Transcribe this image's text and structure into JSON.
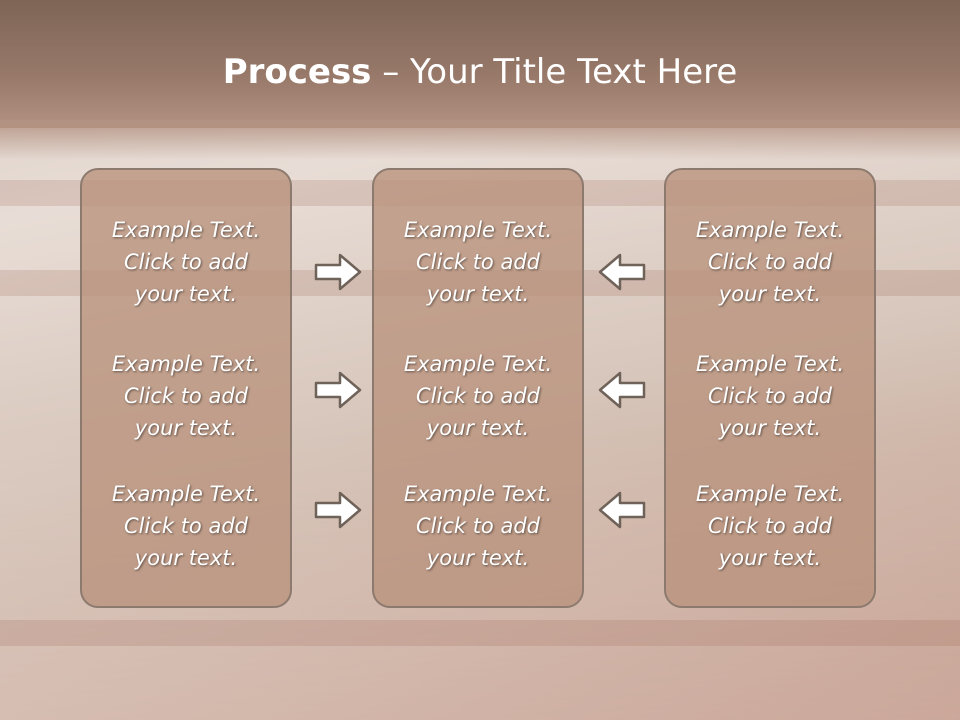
{
  "title": {
    "bold": "Process",
    "rest": " – Your Title Text Here"
  },
  "columns": [
    {
      "items": [
        {
          "l1": "Example Text.",
          "l2": "Click  to add",
          "l3": "your text."
        },
        {
          "l1": "Example Text.",
          "l2": "Click  to add",
          "l3": "your text."
        },
        {
          "l1": "Example Text.",
          "l2": "Click  to add",
          "l3": "your text."
        }
      ]
    },
    {
      "items": [
        {
          "l1": "Example Text.",
          "l2": "Click  to add",
          "l3": "your text."
        },
        {
          "l1": "Example Text.",
          "l2": "Click  to add",
          "l3": "your text."
        },
        {
          "l1": "Example Text.",
          "l2": "Click  to add",
          "l3": "your text."
        }
      ]
    },
    {
      "items": [
        {
          "l1": "Example Text.",
          "l2": "Click  to add",
          "l3": "your text."
        },
        {
          "l1": "Example Text.",
          "l2": "Click  to add",
          "l3": "your text."
        },
        {
          "l1": "Example Text.",
          "l2": "Click  to add",
          "l3": "your text."
        }
      ]
    }
  ],
  "icons": {
    "arrow_right": "arrow-right-icon",
    "arrow_left": "arrow-left-icon"
  }
}
